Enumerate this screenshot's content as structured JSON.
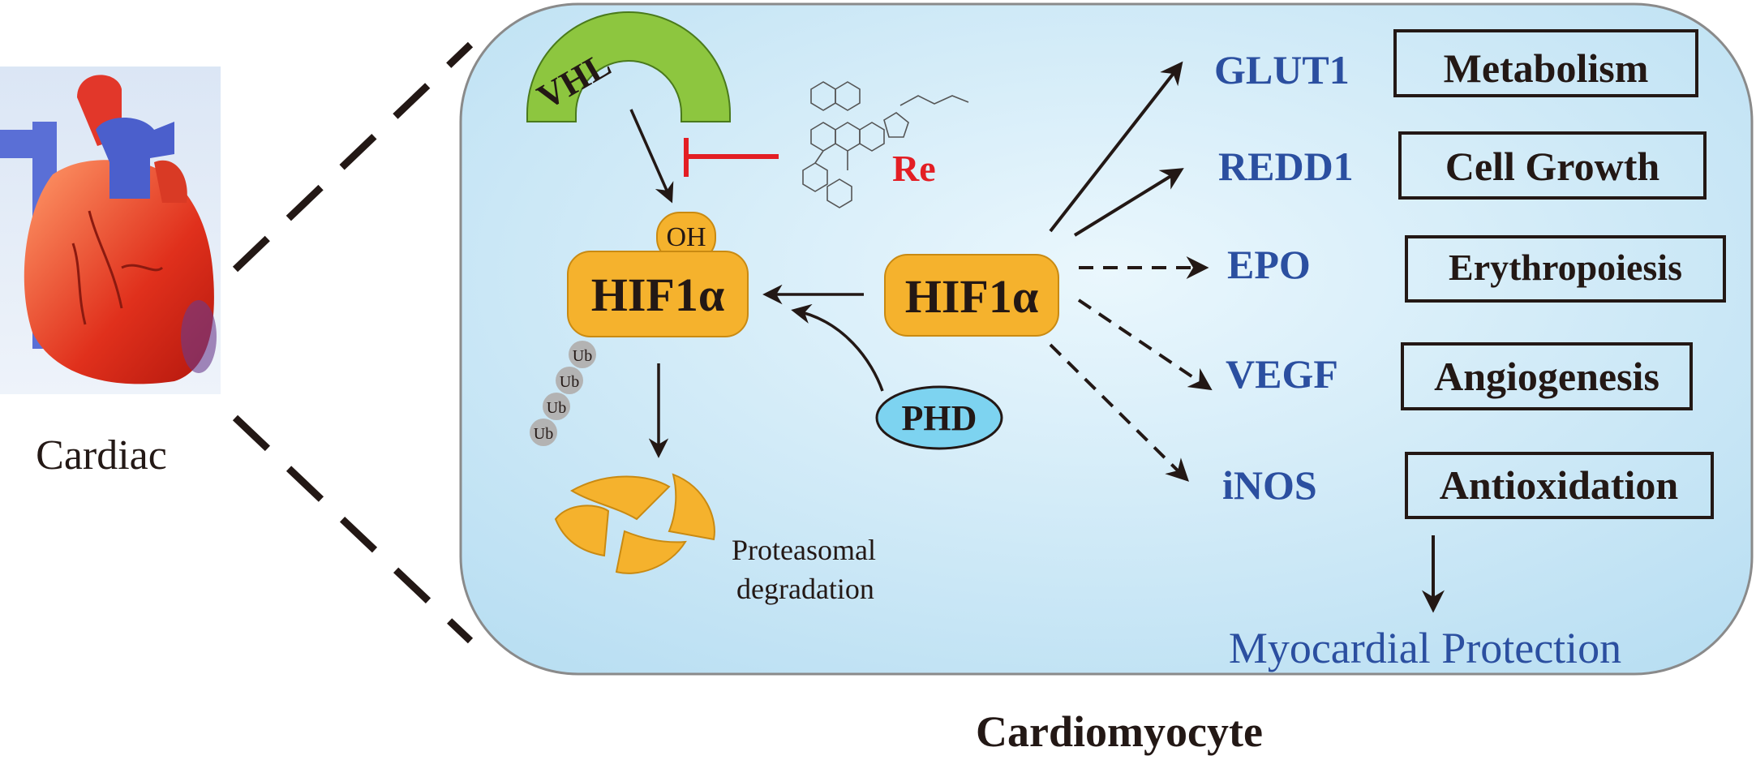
{
  "organ_label": "Cardiac",
  "cell_label": "Cardiomyocyte",
  "vhl_label": "VHL",
  "re_label": "Re",
  "oh_label": "OH",
  "hif_left_label": "HIF1α",
  "hif_right_label": "HIF1α",
  "ub_labels": [
    "Ub",
    "Ub",
    "Ub",
    "Ub"
  ],
  "phd_label": "PHD",
  "degradation_label_line1": "Proteasomal",
  "degradation_label_line2": "degradation",
  "targets": [
    {
      "gene": "GLUT1",
      "function": "Metabolism",
      "arrow": "solid"
    },
    {
      "gene": "REDD1",
      "function": "Cell Growth",
      "arrow": "solid"
    },
    {
      "gene": "EPO",
      "function": "Erythropoiesis",
      "arrow": "dashed"
    },
    {
      "gene": "VEGF",
      "function": "Angiogenesis",
      "arrow": "dashed"
    },
    {
      "gene": "iNOS",
      "function": "Antioxidation",
      "arrow": "dashed"
    }
  ],
  "outcome_label": "Myocardial Protection",
  "colors": {
    "cell_fill": "#c5e6f7",
    "hif_fill": "#f5b22d",
    "vhl_fill": "#8dc63f",
    "phd_fill": "#7dd3f0",
    "gene_text": "#2b4fa0",
    "inhibitor": "#e31e24",
    "ub_fill": "#b3b3b3",
    "proteasome": "#f5b22d"
  }
}
